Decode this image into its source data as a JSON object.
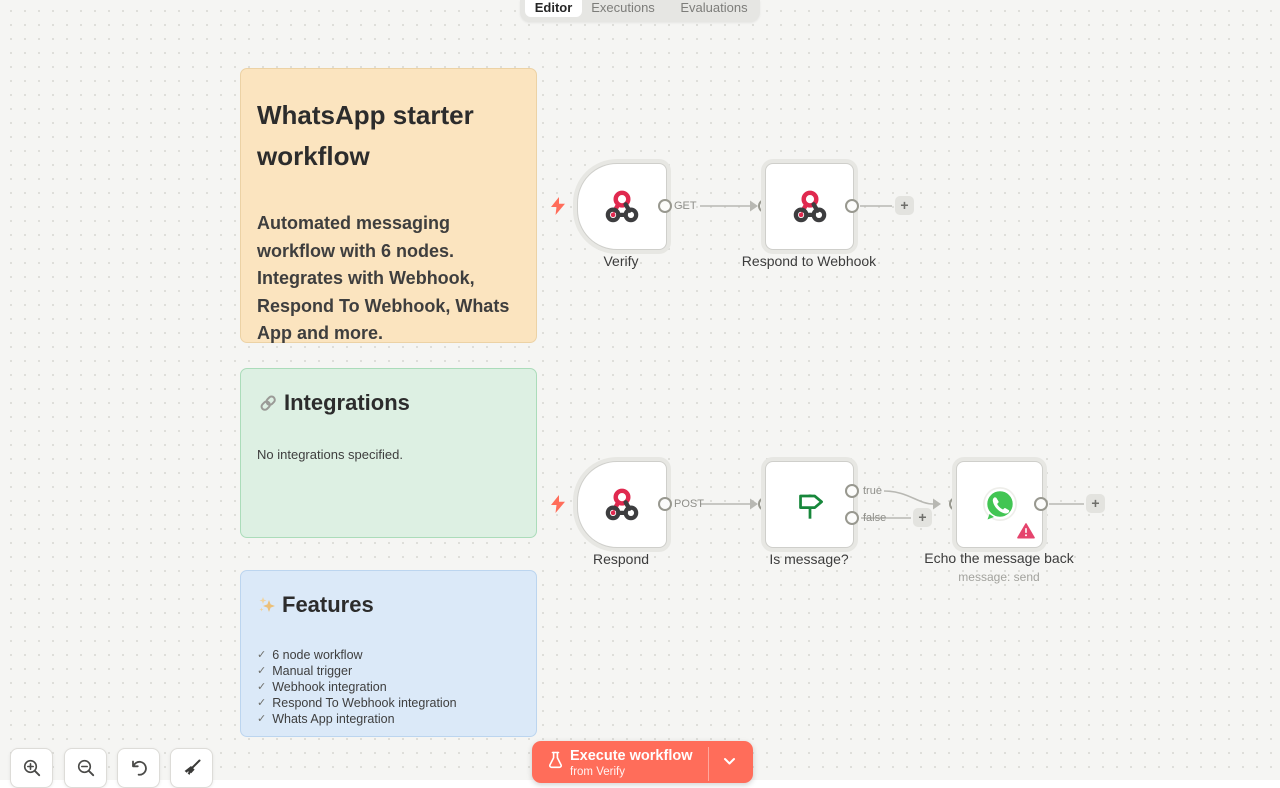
{
  "tabs": {
    "editor": "Editor",
    "executions": "Executions",
    "evaluations": "Evaluations"
  },
  "sticky_overview": {
    "title": "WhatsApp starter workflow",
    "body": "Automated messaging workflow with 6 nodes. Integrates with Webhook, Respond To Webhook, Whats App and more."
  },
  "sticky_integrations": {
    "title": "Integrations",
    "body": "No integrations specified."
  },
  "sticky_features": {
    "title": "Features",
    "check": "✓",
    "items": [
      "6 node workflow",
      "Manual trigger",
      "Webhook integration",
      "Respond To Webhook integration",
      "Whats App integration"
    ]
  },
  "workflow": {
    "nodes": {
      "verify": {
        "label": "Verify",
        "method": "GET"
      },
      "respond_to_webhook": {
        "label": "Respond to Webhook"
      },
      "respond": {
        "label": "Respond",
        "method": "POST"
      },
      "is_message": {
        "label": "Is message?",
        "output_true": "true",
        "output_false": "false"
      },
      "echo": {
        "label": "Echo the message back",
        "subtitle": "message: send"
      }
    },
    "plus": "+"
  },
  "execute": {
    "label": "Execute workflow",
    "sublabel": "from Verify"
  },
  "colors": {
    "accent": "#ff6d5a",
    "webhook_crimson": "#e0294f",
    "node_icon_dark": "#3d3d3f",
    "if_green": "#17873b",
    "whatsapp_green": "#42c553",
    "warning_red": "#e5446d"
  }
}
